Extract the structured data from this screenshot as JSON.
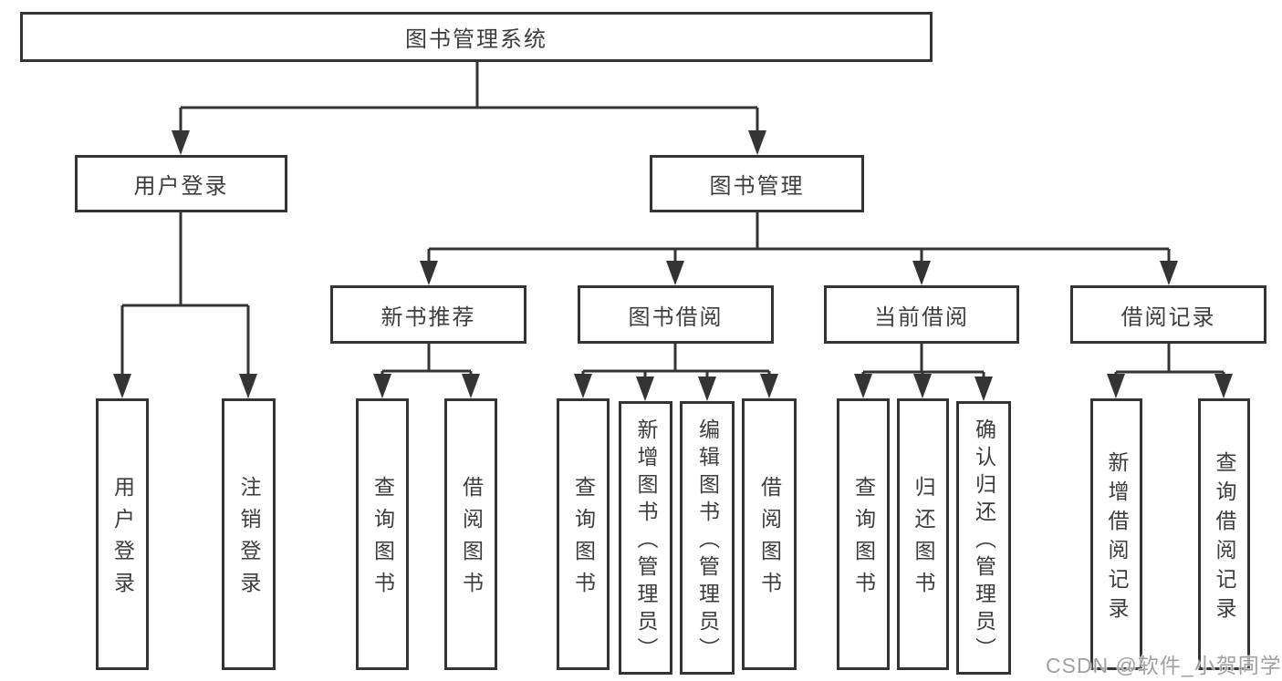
{
  "colors": {
    "line": "#343434",
    "box_border": "#343434",
    "text": "#3d3d3d",
    "watermark": "#989898",
    "background": "#ffffff"
  },
  "watermark": {
    "text": "CSDN @软件_小贺同学"
  },
  "diagram": {
    "root": {
      "label": "图书管理系统"
    },
    "level2": [
      {
        "label": "用户登录"
      },
      {
        "label": "图书管理"
      }
    ],
    "level3": [
      {
        "label": "新书推荐"
      },
      {
        "label": "图书借阅"
      },
      {
        "label": "当前借阅"
      },
      {
        "label": "借阅记录"
      }
    ],
    "leaves": {
      "user_login": [
        {
          "label": "用户登录"
        },
        {
          "label": "注销登录"
        }
      ],
      "new_books": [
        {
          "label": "查询图书"
        },
        {
          "label": "借阅图书"
        }
      ],
      "book_borrow": [
        {
          "label": "查询图书"
        },
        {
          "label": "新增图书（管理员）"
        },
        {
          "label": "编辑图书（管理员）"
        },
        {
          "label": "借阅图书"
        }
      ],
      "current_borrow": [
        {
          "label": "查询图书"
        },
        {
          "label": "归还图书"
        },
        {
          "label": "确认归还（管理员）"
        }
      ],
      "borrow_records": [
        {
          "label": "新增借阅记录"
        },
        {
          "label": "查询借阅记录"
        }
      ]
    },
    "edges": [
      {
        "from": "图书管理系统",
        "to": [
          "用户登录",
          "图书管理"
        ]
      },
      {
        "from": "用户登录",
        "to": [
          "用户登录",
          "注销登录"
        ]
      },
      {
        "from": "图书管理",
        "to": [
          "新书推荐",
          "图书借阅",
          "当前借阅",
          "借阅记录"
        ]
      },
      {
        "from": "新书推荐",
        "to": [
          "查询图书",
          "借阅图书"
        ]
      },
      {
        "from": "图书借阅",
        "to": [
          "查询图书",
          "新增图书（管理员）",
          "编辑图书（管理员）",
          "借阅图书"
        ]
      },
      {
        "from": "当前借阅",
        "to": [
          "查询图书",
          "归还图书",
          "确认归还（管理员）"
        ]
      },
      {
        "from": "借阅记录",
        "to": [
          "新增借阅记录",
          "查询借阅记录"
        ]
      }
    ]
  }
}
